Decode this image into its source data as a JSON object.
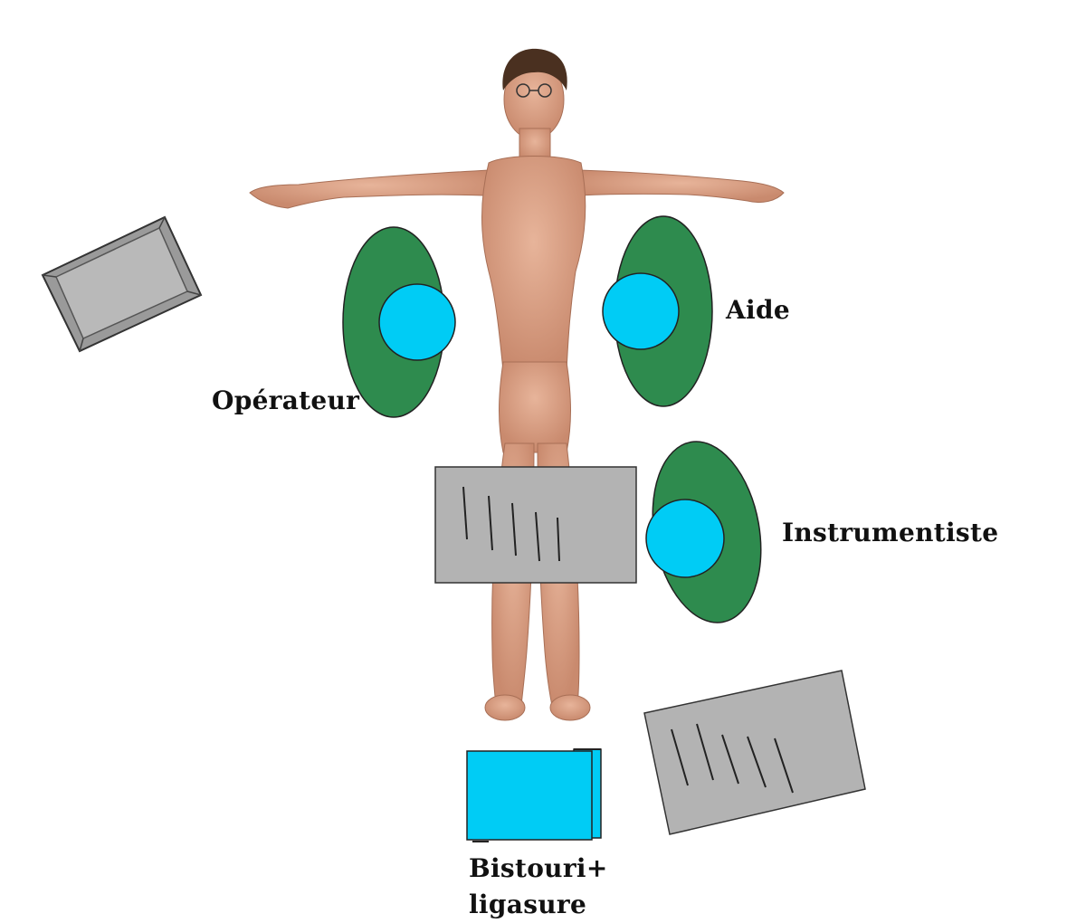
{
  "labels": {
    "operateur": "Opérateur",
    "aide": "Aide",
    "instrumentiste": "Instrumentiste",
    "bistouri_line1": "Bistouri+",
    "bistouri_line2": "ligasure"
  },
  "colors": {
    "person_body": "#2e8b4e",
    "person_head": "#00ccf5",
    "table_gray": "#b3b3b3",
    "device_blue": "#00ccf5",
    "outline": "#222222",
    "skin": "#d89f84"
  },
  "icons": [
    "monitor-icon",
    "surgeon-icon",
    "instrument-table-icon",
    "generator-icon",
    "patient-figure"
  ]
}
